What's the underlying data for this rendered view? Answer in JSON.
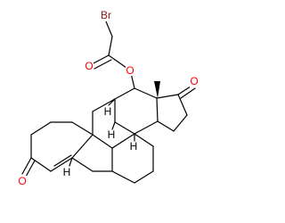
{
  "atom_labels": {
    "bromine": "Br",
    "ester_carbonyl_oxygen": "O",
    "ester_oxygen": "O",
    "ketone_d_ring_oxygen": "O",
    "ketone_a_ring_oxygen": "O"
  },
  "atom_colors": {
    "bromine": "#8b1a1a",
    "oxygen": "#ff0000",
    "carbon": "#000000"
  },
  "stereo_labels": {
    "h8": "H",
    "h9": "H",
    "h14": "H",
    "h10": "H"
  },
  "methyl_label": ""
}
